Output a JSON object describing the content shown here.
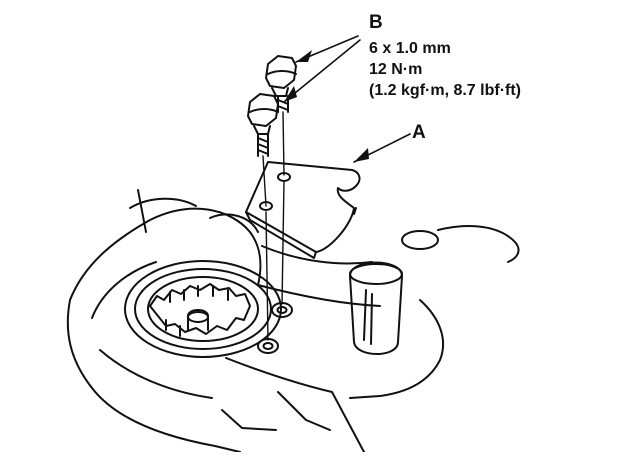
{
  "labels": {
    "bracket_callout": "A",
    "bolt_callout": "B",
    "bolt_size": "6 x 1.0 mm",
    "torque_nm": "12 N·m",
    "torque_alt": "(1.2 kgf·m, 8.7 lbf·ft)"
  },
  "colors": {
    "line": "#111111",
    "background": "#ffffff"
  }
}
